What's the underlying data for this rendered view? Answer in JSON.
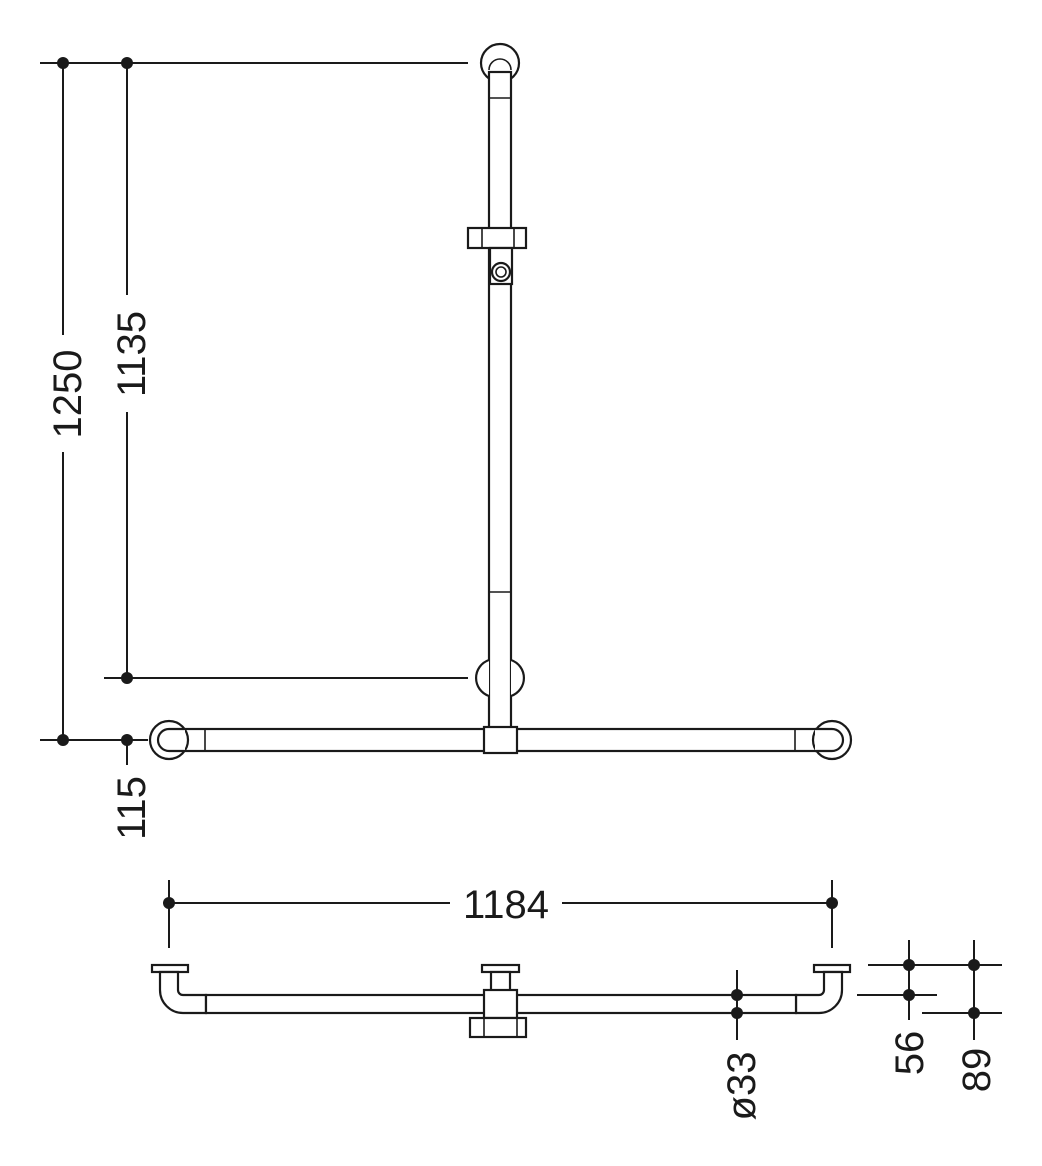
{
  "dimensions": {
    "height_total": "1250",
    "height_inner": "1135",
    "offset_bottom": "115",
    "width_total": "1184",
    "diameter": "ø33",
    "depth_inner": "56",
    "depth_outer": "89"
  },
  "colors": {
    "ink": "#1a1a1a",
    "background": "#ffffff"
  }
}
